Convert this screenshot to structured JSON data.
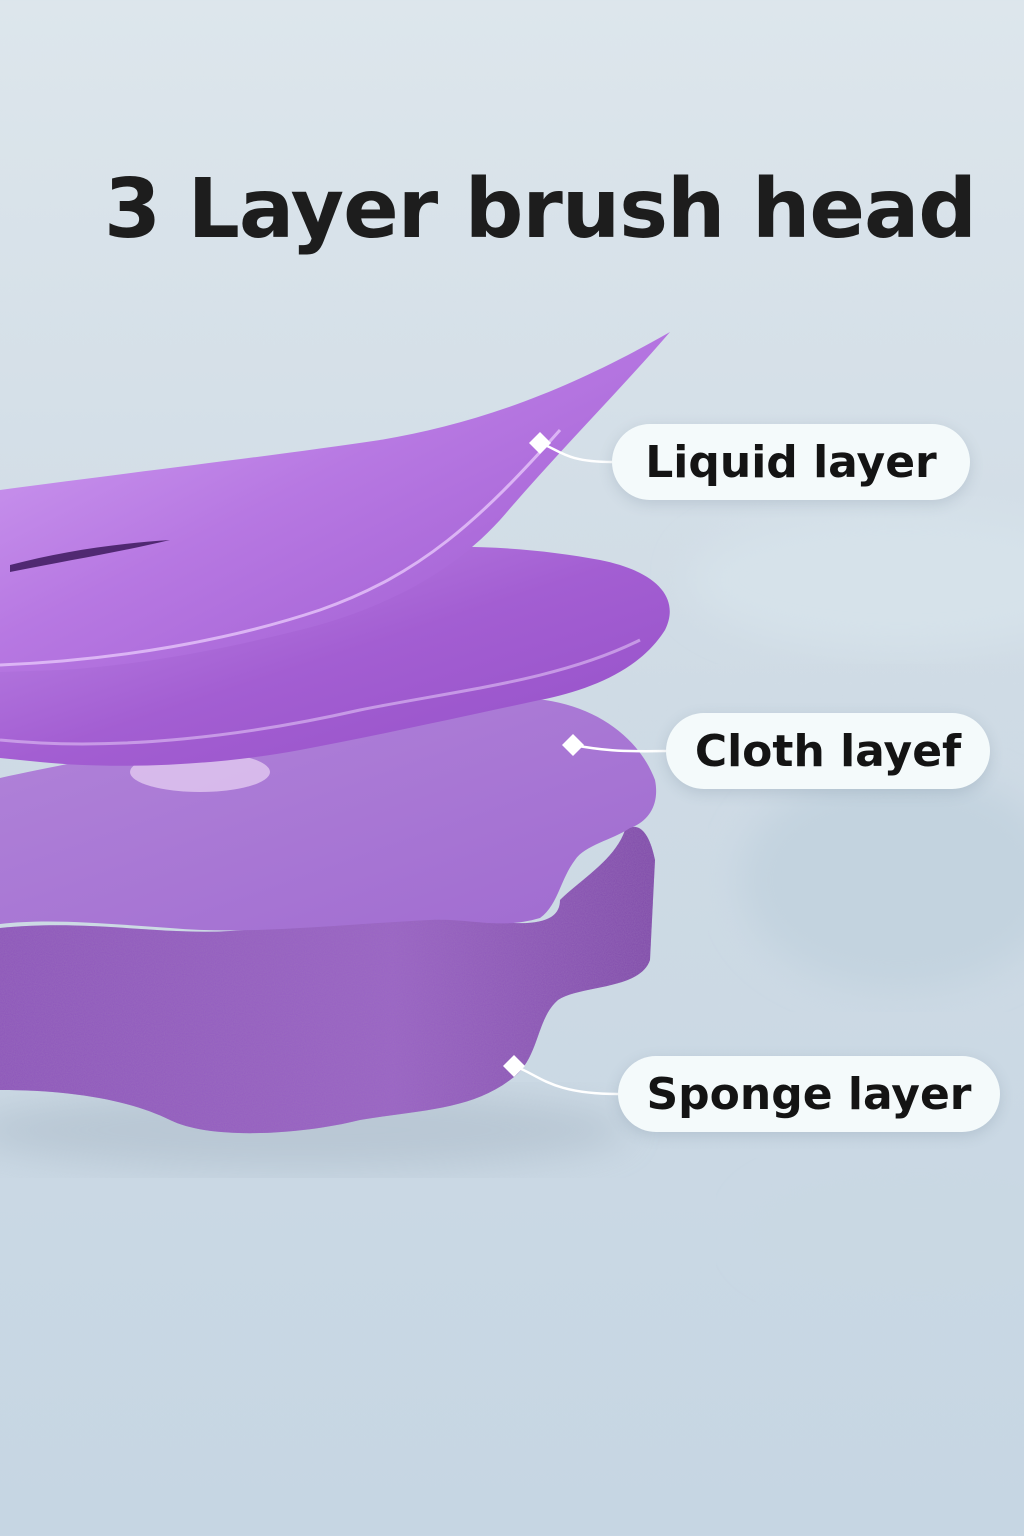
{
  "title": "3 Layer brush head",
  "callouts": {
    "liquid": "Liquid layer",
    "cloth": "Cloth layef",
    "sponge": "Sponge layer"
  },
  "colors": {
    "sponge": "#9b62c8",
    "cloth": "#a45fd0",
    "liquid": "#b97ae2",
    "callout_bg": "#f4fafb",
    "text": "#1d1d1d"
  }
}
